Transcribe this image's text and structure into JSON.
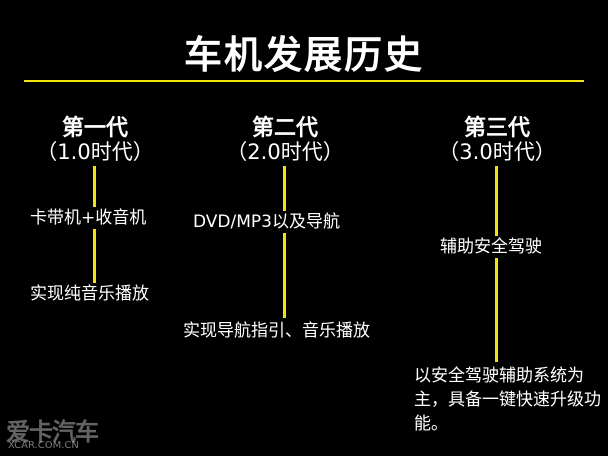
{
  "title": "车机发展历史",
  "accent_color": "#f1e40b",
  "generations": [
    {
      "name": "第一代",
      "period": "（1.0时代）",
      "nodes": [
        "卡带机+收音机",
        "实现纯音乐播放"
      ]
    },
    {
      "name": "第二代",
      "period": "（2.0时代）",
      "nodes": [
        "DVD/MP3以及导航",
        "实现导航指引、音乐播放"
      ]
    },
    {
      "name": "第三代",
      "period": "（3.0时代）",
      "nodes": [
        "辅助安全驾驶",
        "以安全驾驶辅助系统为主，具备一键快速升级功能。"
      ]
    }
  ],
  "watermark": {
    "logo": "爱卡汽车",
    "url": "XCAR.COM.CN"
  }
}
